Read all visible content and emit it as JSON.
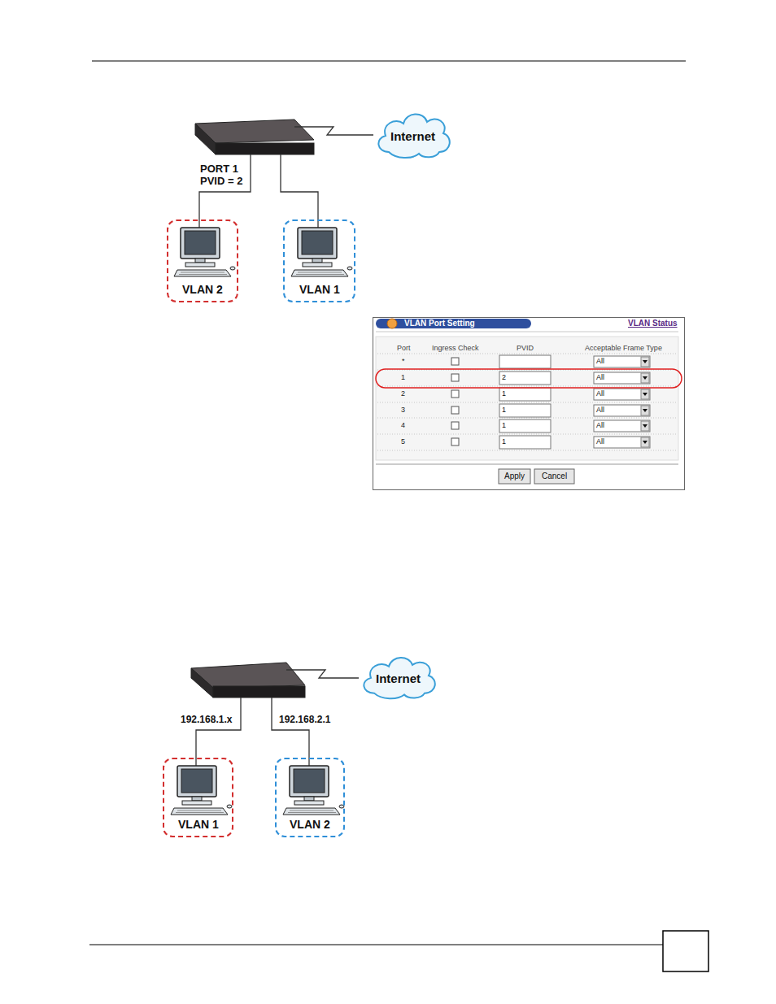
{
  "diagram": {
    "nodes": [
      {
        "text": [
          "Internet"
        ]
      },
      {
        "text": [
          "VLAN 2"
        ]
      },
      {
        "text": [
          "VLAN 1"
        ]
      },
      {
        "text": [
          "Internet"
        ]
      },
      {
        "text": [
          "VLAN 1"
        ]
      },
      {
        "text": [
          "VLAN 2"
        ]
      }
    ],
    "labels": [
      "PORT 1",
      "PVID = 2",
      "VLAN Port Setting",
      "VLAN Status",
      "Port",
      "Ingress Check",
      "PVID",
      "Acceptable Frame Type",
      "*",
      "All",
      "1",
      "2",
      "All",
      "2",
      "1",
      "All",
      "3",
      "1",
      "All",
      "4",
      "1",
      "All",
      "5",
      "1",
      "All",
      "Apply",
      "Cancel",
      "192.168.1.x",
      "192.168.2.1"
    ]
  }
}
